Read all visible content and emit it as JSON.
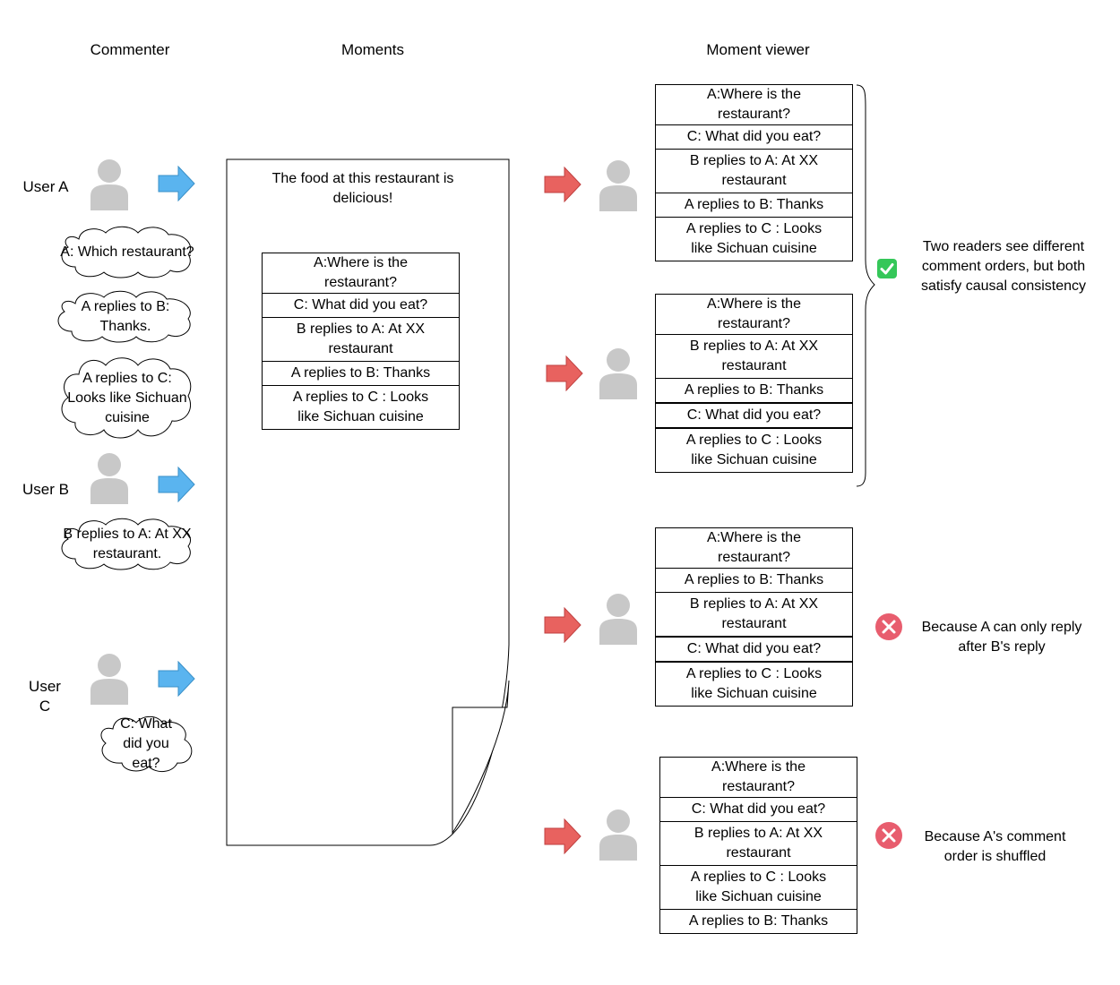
{
  "headers": {
    "commenter": "Commenter",
    "moments": "Moments",
    "viewer": "Moment viewer"
  },
  "users": [
    {
      "label": "User A"
    },
    {
      "label": "User B"
    },
    {
      "label": "User C"
    }
  ],
  "clouds": [
    "A: Which restaurant?",
    "A replies to B: Thanks.",
    "A replies to C: Looks like Sichuan cuisine",
    "B replies to A: At XX restaurant.",
    "C: What did you eat?"
  ],
  "post": {
    "text": "The food at this restaurant is delicious!",
    "comments": [
      "A:Where is the restaurant?",
      "C: What did you eat?",
      "B replies to A: At XX restaurant",
      "A replies to B: Thanks",
      "A replies to C : Looks like Sichuan cuisine"
    ]
  },
  "viewers": [
    {
      "comments": [
        "A:Where is the restaurant?",
        "C: What did you eat?",
        "B replies to A: At XX restaurant",
        "A replies to B: Thanks",
        "A replies to C : Looks like Sichuan cuisine"
      ]
    },
    {
      "comments": [
        "A:Where is the restaurant?",
        "B replies to A: At XX restaurant",
        "A replies to B: Thanks",
        "C: What did you eat?",
        "A replies to C : Looks like Sichuan cuisine"
      ]
    },
    {
      "comments": [
        "A:Where is the restaurant?",
        "A replies to B: Thanks",
        "B replies to A: At XX restaurant",
        "C: What did you eat?",
        "A replies to C : Looks like Sichuan cuisine"
      ]
    },
    {
      "comments": [
        "A:Where is the restaurant?",
        "C: What did you eat?",
        "B replies to A: At XX restaurant",
        "A replies to C : Looks like Sichuan cuisine",
        "A replies to B: Thanks"
      ]
    }
  ],
  "notes": {
    "consistent": "Two readers see different comment orders, but both satisfy causal consistency",
    "reply_order": "Because A can only reply after B's reply",
    "shuffled": "Because A's comment order is shuffled"
  },
  "icons": {
    "person": "person-icon",
    "commenter_arrow": "arrow-right-icon",
    "viewer_arrow": "arrow-right-icon",
    "check": "check-mark-icon",
    "cross": "cross-icon"
  },
  "colors": {
    "person": "#c8c8c8",
    "blue_arrow": "#5ab4ef",
    "red_arrow": "#e8625f",
    "check": "#35c759",
    "cross": "#e85d6e"
  }
}
